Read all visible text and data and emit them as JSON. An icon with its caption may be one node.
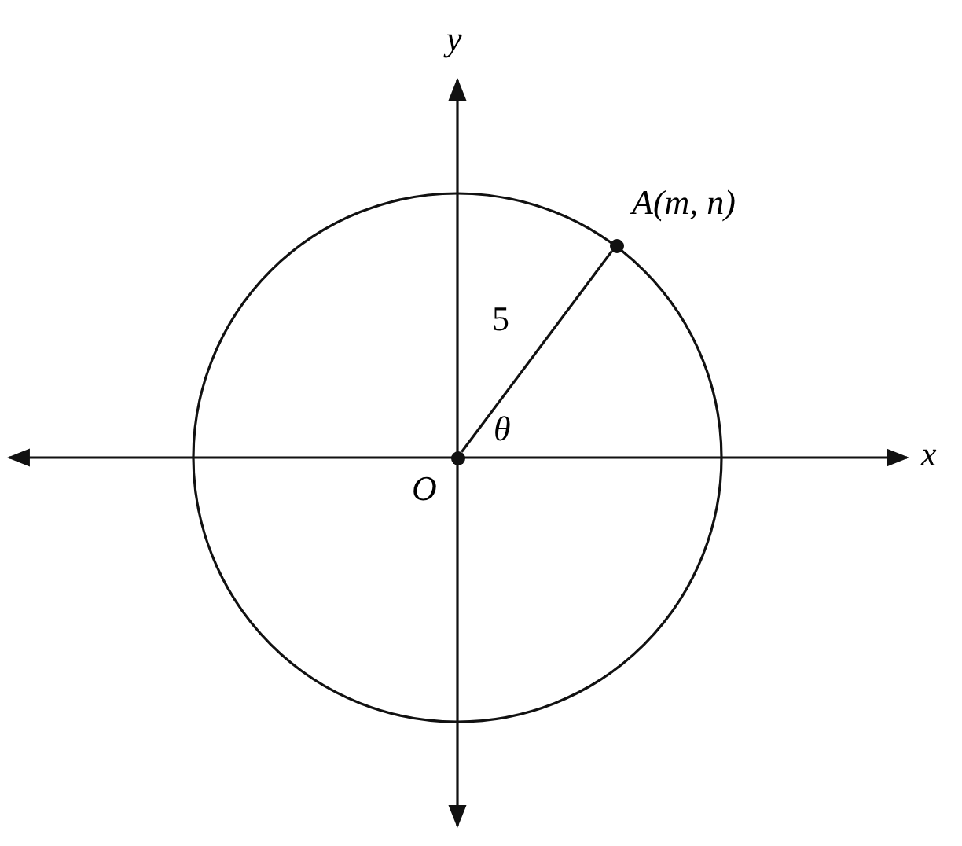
{
  "diagram": {
    "nodes": [
      {
        "text": [],
        "shape": "circle",
        "beside": [
          "O"
        ]
      },
      {
        "text": [],
        "shape": "circle",
        "beside": [
          "A(m, n)"
        ]
      }
    ],
    "edges": [
      {
        "from": 0,
        "to": 1,
        "arrow": "none",
        "label": "5"
      }
    ],
    "labels": [
      "y",
      "x",
      "θ"
    ]
  }
}
